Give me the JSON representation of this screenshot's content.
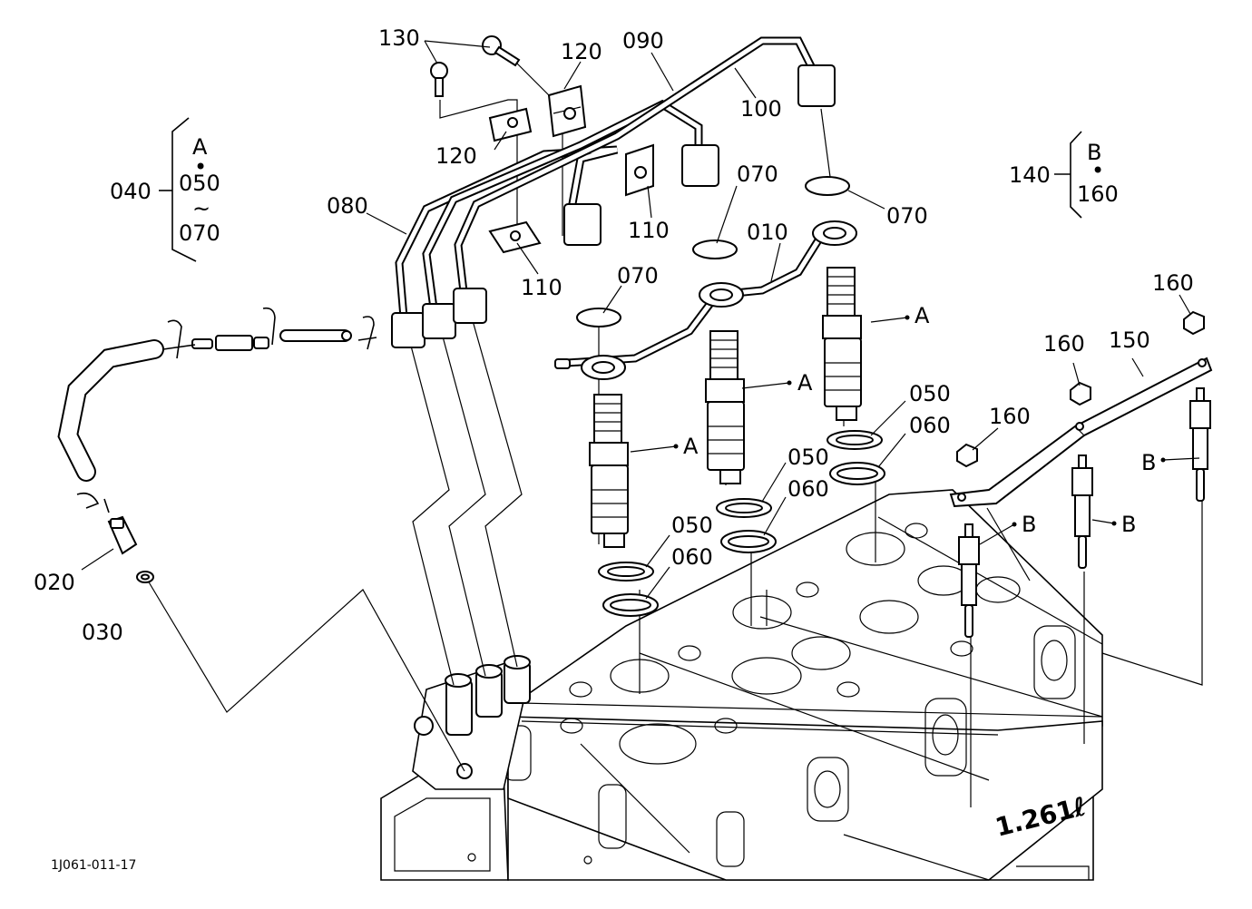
{
  "callouts": {
    "c010": "010",
    "c020": "020",
    "c030": "030",
    "c040": "040",
    "c050a": "050",
    "c050b": "050",
    "c050c": "050",
    "c060a": "060",
    "c060b": "060",
    "c060c": "060",
    "c070a": "070",
    "c070b": "070",
    "c070c": "070",
    "c080": "080",
    "c090": "090",
    "c100": "100",
    "c110a": "110",
    "c110b": "110",
    "c120a": "120",
    "c120b": "120",
    "c130": "130",
    "c140": "140",
    "c150": "150",
    "c160a": "160",
    "c160b": "160",
    "c160c": "160"
  },
  "set_markers": {
    "a1": "A",
    "a2": "A",
    "a3": "A",
    "b1": "B",
    "b2": "B",
    "b3": "B"
  },
  "kit_a": {
    "letter": "A",
    "dot": "•",
    "from": "050",
    "tilde": "~",
    "to": "070"
  },
  "kit_b": {
    "letter": "B",
    "dot": "•",
    "to": "160"
  },
  "engine_mark": "1.261ℓ",
  "figure_code": "1J061-011-17"
}
